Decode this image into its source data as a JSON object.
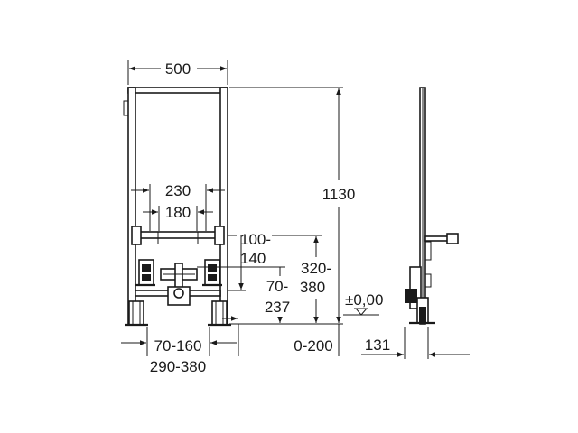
{
  "drawing": {
    "labels": {
      "width": "500",
      "height": "1130",
      "spacing_outer": "230",
      "spacing_inner": "180",
      "bracket_height_a": "100-",
      "bracket_height_b": "140",
      "fixing_height_a": "320-",
      "fixing_height_b": "380",
      "inlet_height_a": "70-",
      "inlet_height_b": "237",
      "zero_level": "±0,00",
      "leg_adjust": "0-200",
      "foot_range_a": "70-160",
      "foot_range_b": "290-380",
      "depth": "131"
    }
  }
}
